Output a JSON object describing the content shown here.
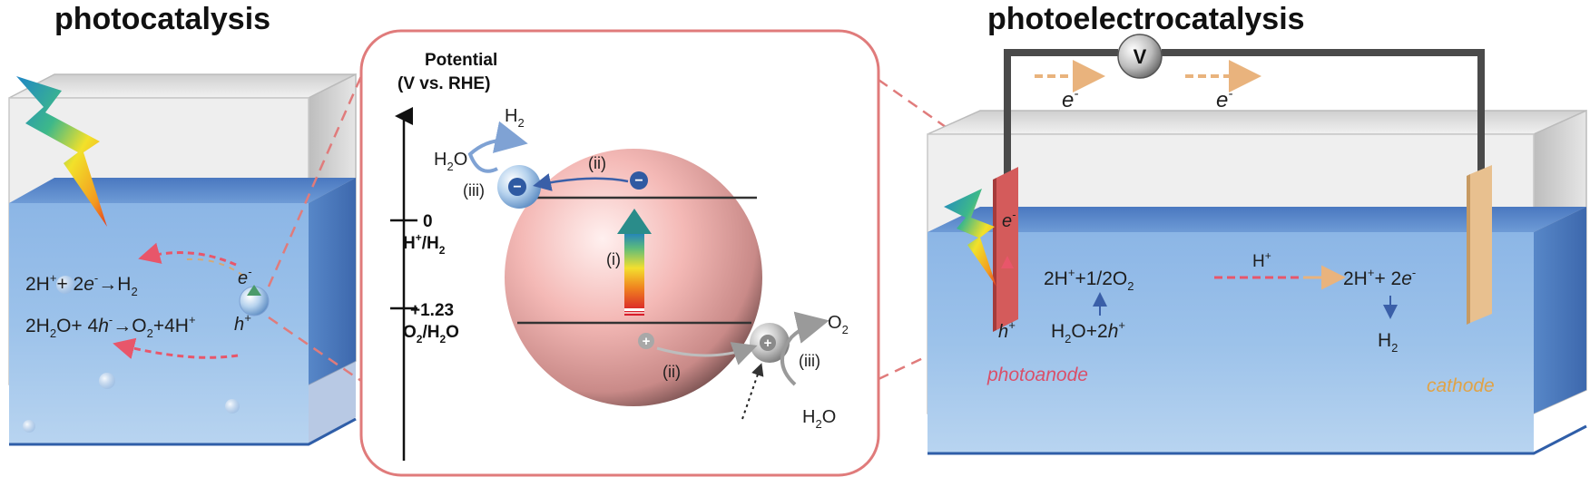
{
  "titles": {
    "left": "photocatalysis",
    "right": "photoelectrocatalysis"
  },
  "left_panel": {
    "eq_reduction": [
      "2H",
      "+",
      "+ 2",
      "e",
      "-",
      "→H",
      "2"
    ],
    "eq_oxidation": [
      "2H",
      "2",
      "O+ 4",
      "h",
      "-",
      "→O",
      "2",
      "+4H",
      "+"
    ],
    "electron": "e",
    "electron_sup": "-",
    "hole": "h",
    "hole_sup": "+"
  },
  "center_panel": {
    "axis_title_1": "Potential",
    "axis_title_2": "(V vs. RHE)",
    "tick_0_value": "0",
    "tick_0_couple": [
      "H",
      "+",
      "/H",
      "2"
    ],
    "tick_1_value": "+1.23",
    "tick_1_couple": [
      "O",
      "2",
      "/H",
      "2",
      "O"
    ],
    "step_i": "(i)",
    "step_ii": "(ii)",
    "step_iii": "(iii)",
    "h2o": [
      "H",
      "2",
      "O"
    ],
    "h2": [
      "H",
      "2"
    ],
    "o2": [
      "O",
      "2"
    ],
    "minus_sign": "−",
    "plus_sign": "+"
  },
  "right_panel": {
    "voltmeter": "V",
    "e_wire_1": "e",
    "e_wire_2": "e",
    "e_sup": "-",
    "e_anode": "e",
    "hole": "h",
    "hole_sup": "+",
    "eq_anode_top": [
      "2H",
      "+",
      "+1/2O",
      "2"
    ],
    "eq_anode_bottom": [
      "H",
      "2",
      "O+2",
      "h",
      "+"
    ],
    "proton": [
      "H",
      "+"
    ],
    "eq_cathode_top": [
      "2H",
      "+",
      "+ 2",
      "e",
      "-"
    ],
    "eq_cathode_bottom": [
      "H",
      "2"
    ],
    "photoanode": "photoanode",
    "cathode": "cathode"
  },
  "colors": {
    "water": "#6f9fd8",
    "water_dark": "#3f6fb8",
    "frame": "#e07b7b",
    "arrow_blue": "#3a5fa8",
    "arrow_red": "#e8566a",
    "arrow_orange": "#e9a455",
    "particle": "#f3b7b4",
    "photoanode": "#d45b5b",
    "cathode_plate": "#e8c08f"
  },
  "icons": {
    "light": "lightning-bolt-icon",
    "electron": "electron-minus-icon",
    "hole": "hole-plus-icon",
    "meter": "voltmeter-icon"
  }
}
